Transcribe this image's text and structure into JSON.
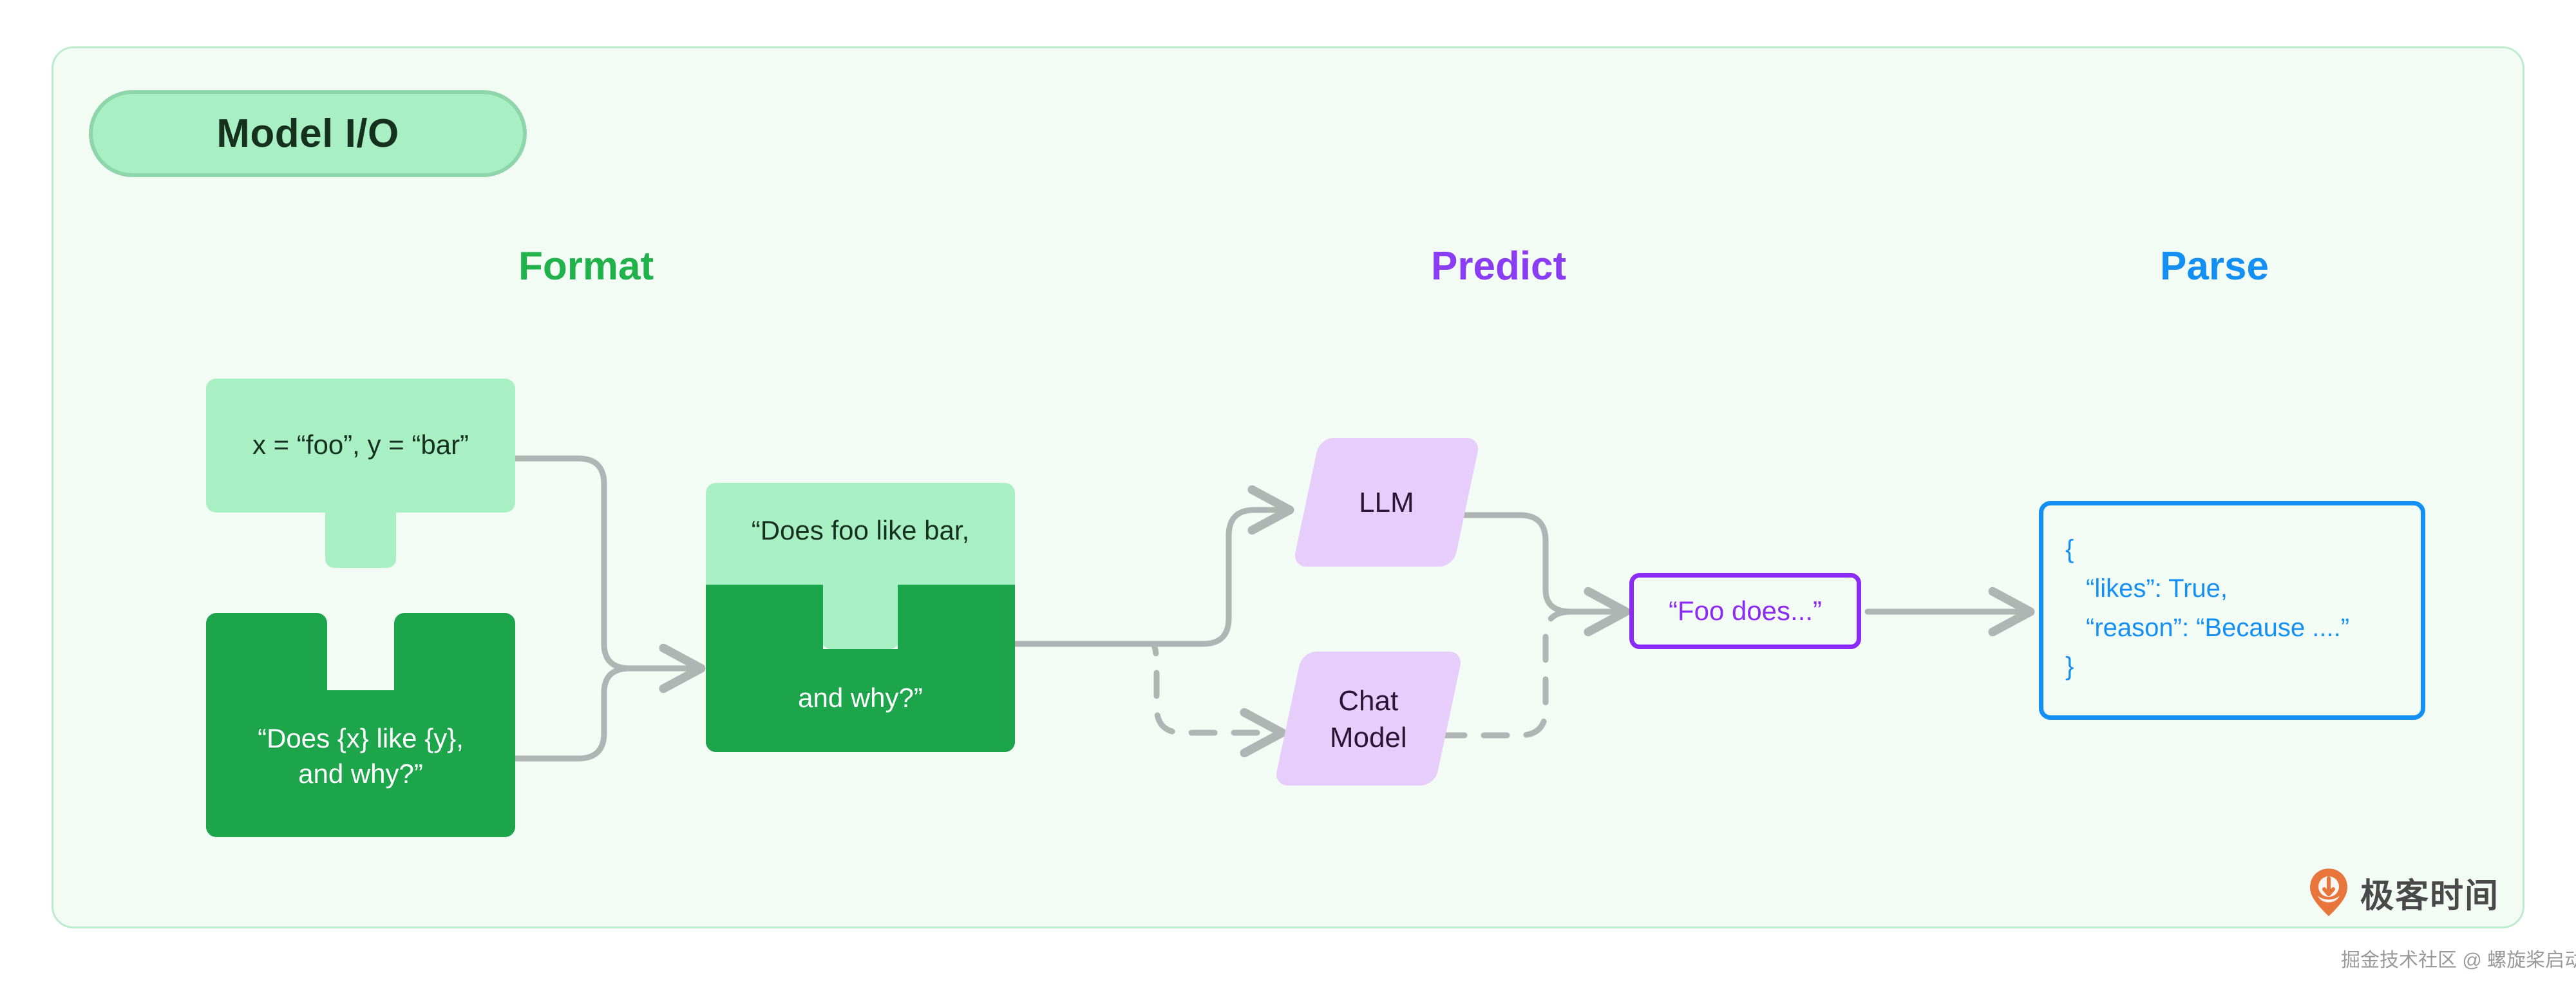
{
  "card": {
    "badge_label": "Model I/O",
    "background": "#F2FBF4",
    "border_color": "#BFEBCD"
  },
  "columns": [
    {
      "key": "format",
      "label": "Format",
      "color": "#22B24C"
    },
    {
      "key": "predict",
      "label": "Predict",
      "color": "#8B3DF5"
    },
    {
      "key": "parse",
      "label": "Parse",
      "color": "#1490F5"
    }
  ],
  "format": {
    "input_piece": {
      "text": "x = “foo”, y = “bar”",
      "fill": "#A8F0C4",
      "text_color": "#17311F"
    },
    "template_piece": {
      "text": "“Does {x} like {y},\nand why?”",
      "fill": "#1CA54B",
      "text_color": "#FFFFFF"
    },
    "merged_piece": {
      "top_text": "“Does foo like bar,",
      "bottom_text": "and why?”",
      "top_fill": "#A8F0C4",
      "bottom_fill": "#1CA54B"
    }
  },
  "predict": {
    "nodes": [
      {
        "key": "llm",
        "label": "LLM",
        "fill": "#E7CDFB",
        "text_color": "#2B1535",
        "edge_style": "solid"
      },
      {
        "key": "chat-model",
        "label": "Chat\nModel",
        "fill": "#E7CDFB",
        "text_color": "#2B1535",
        "edge_style": "dashed"
      }
    ],
    "raw_output": {
      "text": "“Foo does...”",
      "border_color": "#8B2BF5",
      "text_color": "#8B2BF5"
    }
  },
  "parse": {
    "json_box": {
      "border_color": "#1490F5",
      "text_color": "#1490F5",
      "lines": [
        {
          "text": "{",
          "indented": false
        },
        {
          "text": "“likes”: True,",
          "indented": true
        },
        {
          "text": "“reason”: “Because ....”",
          "indented": true
        },
        {
          "text": "}",
          "indented": false
        }
      ]
    }
  },
  "connectors": {
    "color": "#AFB5B2"
  },
  "brand": {
    "name": "极客时间",
    "mark_color": "#E8763C",
    "watermark": "掘金技术社区 @ 螺旋桨启动"
  }
}
